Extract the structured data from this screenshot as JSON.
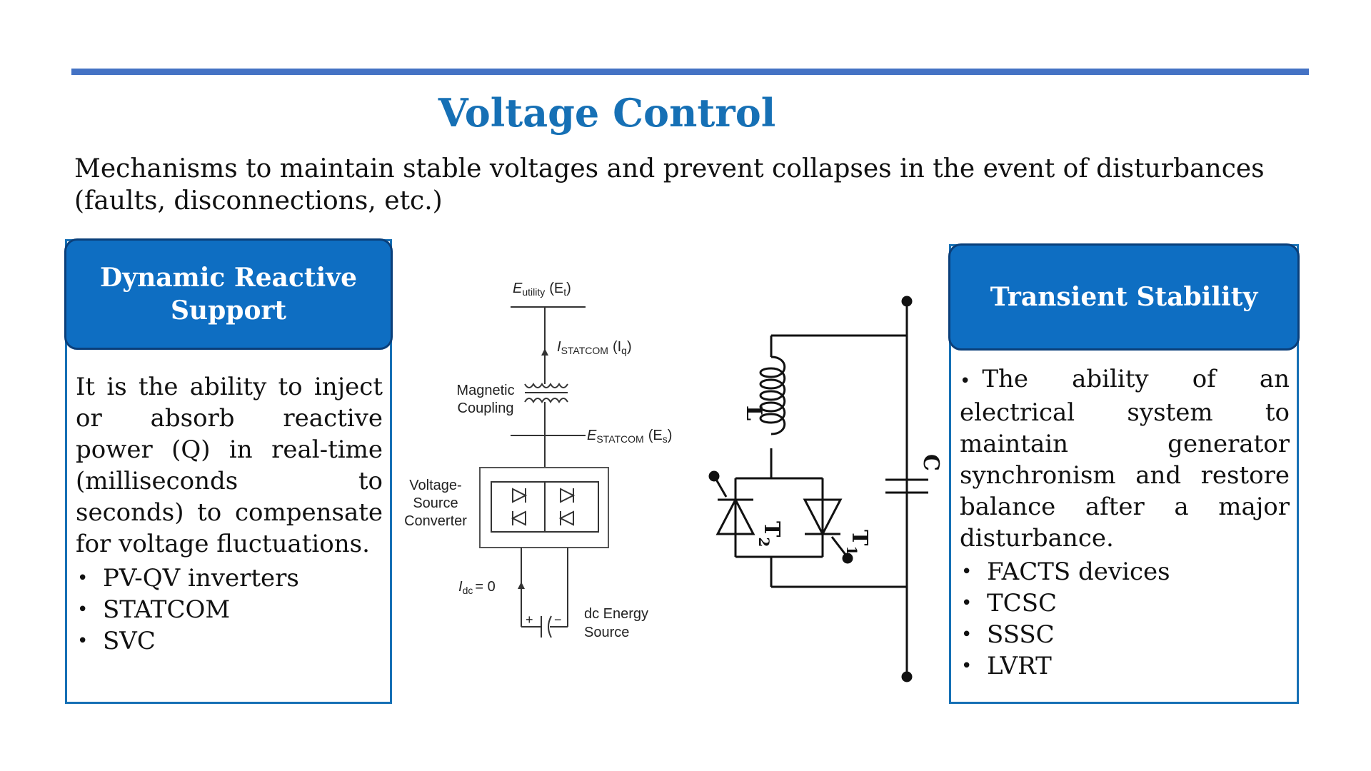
{
  "slide": {
    "title": "Voltage Control",
    "subtitle": "Mechanisms to maintain stable voltages and prevent collapses in the event of disturbances (faults, disconnections, etc.)"
  },
  "left_card": {
    "heading": "Dynamic Reactive Support",
    "description": "It is the ability to inject or absorb reactive power (Q) in real-time (milliseconds to seconds) to compensate for voltage fluctuations.",
    "items": [
      "PV-QV inverters",
      "STATCOM",
      "SVC"
    ]
  },
  "right_card": {
    "heading": "Transient Stability",
    "description": "The ability of an electrical system to maintain generator synchronism and restore balance after a major disturbance.",
    "items": [
      "FACTS devices",
      "TCSC",
      "SSSC",
      "LVRT"
    ]
  },
  "statcom_diagram": {
    "e_utility_main": "E",
    "e_utility_sub": "utility",
    "e_utility_paren": "(E",
    "e_utility_paren_sub": "t",
    "i_statcom_main": "I",
    "i_statcom_sub": "STATCOM",
    "i_statcom_paren": "(I",
    "i_statcom_paren_sub": "q",
    "magnetic_coupling_1": "Magnetic",
    "magnetic_coupling_2": "Coupling",
    "e_statcom_main": "E",
    "e_statcom_sub": "STATCOM",
    "e_statcom_paren": "(E",
    "e_statcom_paren_sub": "s",
    "vsc_1": "Voltage-",
    "vsc_2": "Source",
    "vsc_3": "Converter",
    "idc_main": "I",
    "idc_sub": "dc",
    "idc_value": "= 0",
    "dc_source_1": "dc Energy",
    "dc_source_2": "Source",
    "plus": "+",
    "minus": "−"
  },
  "svc_diagram": {
    "inductor_label": "L",
    "capacitor_label": "C",
    "thyristor_2": "T",
    "thyristor_2_sub": "2",
    "thyristor_1": "T",
    "thyristor_1_sub": "1"
  },
  "colors": {
    "rule": "#4472C4",
    "title": "#1670B5",
    "card_header": "#0E6EC2",
    "card_header_border": "#0A3F7A",
    "card_border": "#1670B5"
  }
}
